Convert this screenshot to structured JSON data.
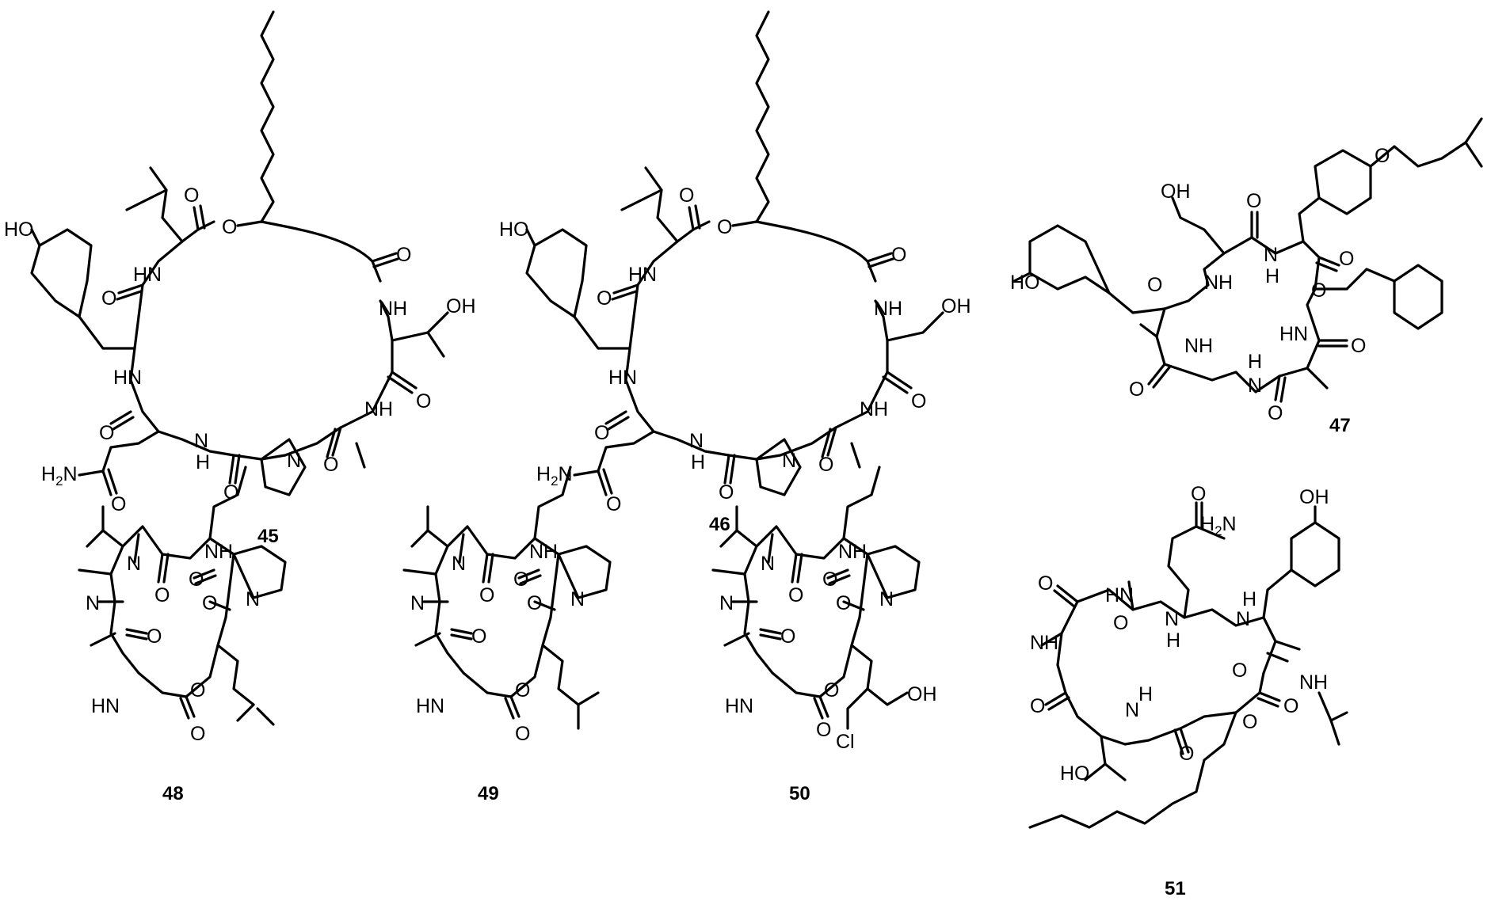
{
  "figure": {
    "compounds": [
      {
        "id": "45",
        "name": "compound-45"
      },
      {
        "id": "46",
        "name": "compound-46"
      },
      {
        "id": "47",
        "name": "compound-47"
      },
      {
        "id": "48",
        "name": "compound-48"
      },
      {
        "id": "49",
        "name": "compound-49"
      },
      {
        "id": "50",
        "name": "compound-50"
      },
      {
        "id": "51",
        "name": "compound-51"
      }
    ],
    "atoms": {
      "HO": "HO",
      "OH": "OH",
      "O": "O",
      "N": "N",
      "NH": "NH",
      "HN": "HN",
      "H": "H",
      "H2N": "H",
      "N_": "N",
      "sub2": "2",
      "Cl": "Cl"
    },
    "colors": {
      "ink": "#000000",
      "background": "#ffffff"
    }
  }
}
